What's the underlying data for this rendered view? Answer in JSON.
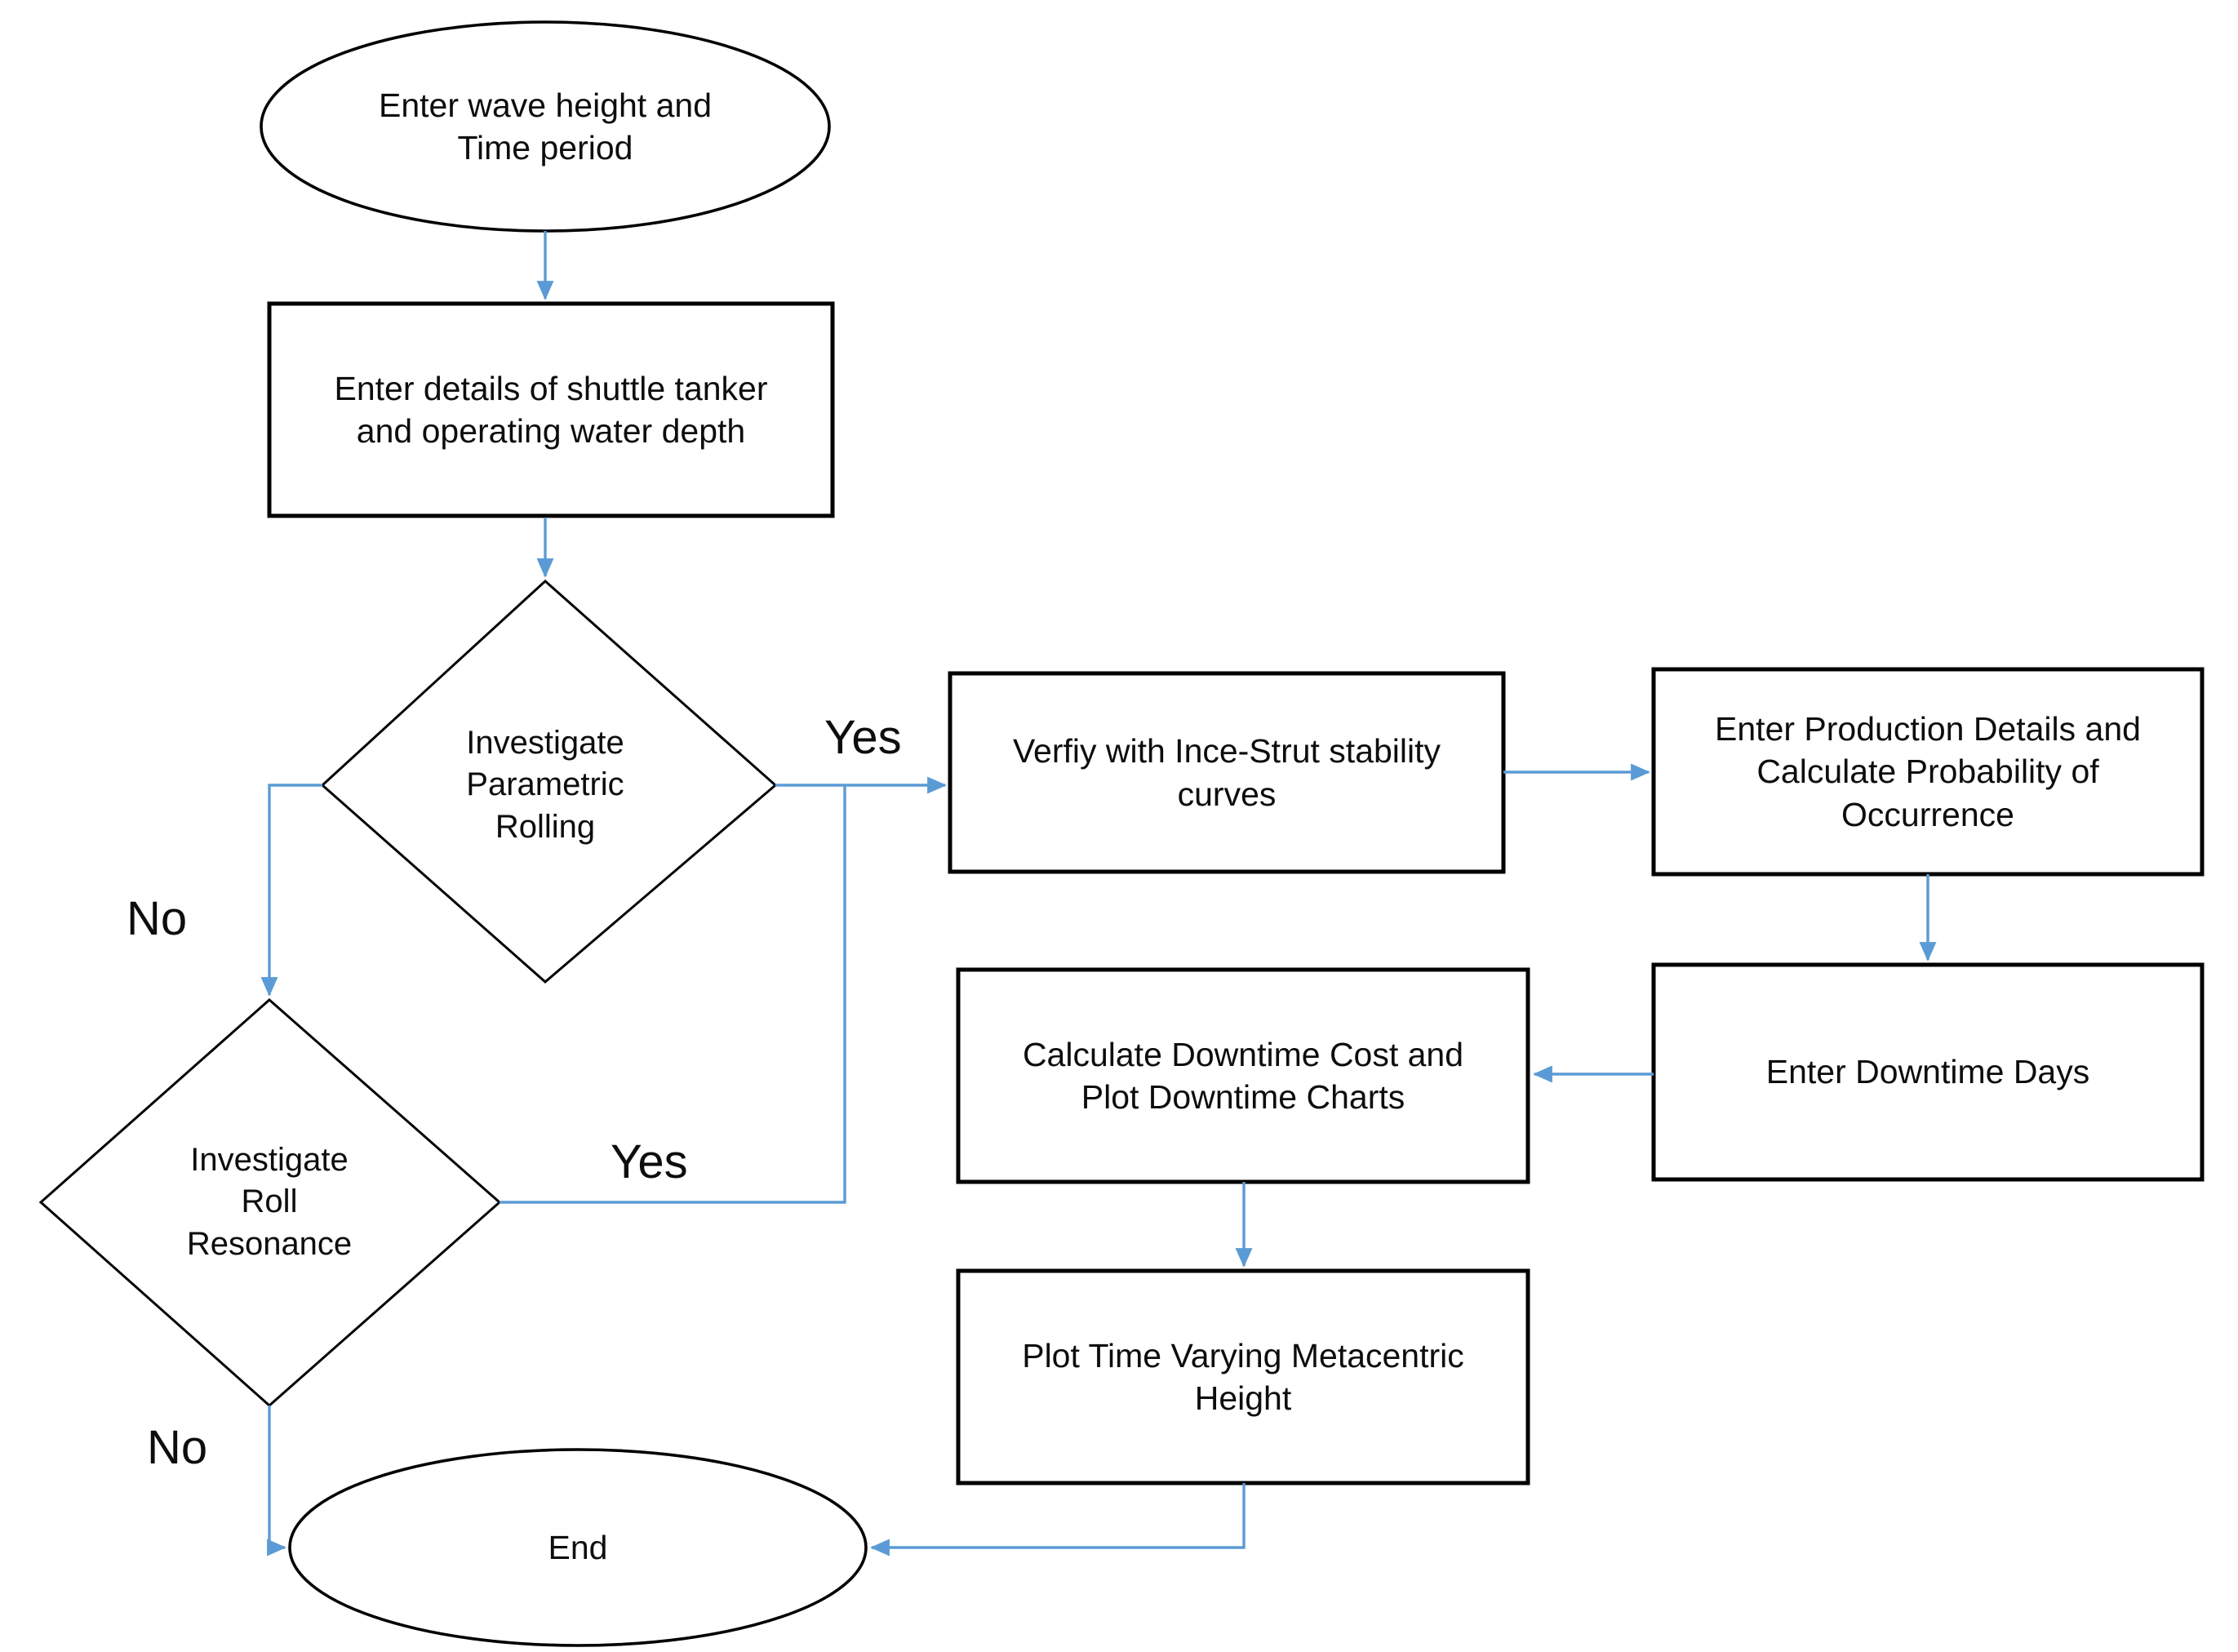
{
  "diagram": {
    "type": "flowchart",
    "title": "",
    "style": {
      "shape_stroke": "#000000",
      "connector_stroke": "#5B9BD5",
      "text_color": "#0D0D0D",
      "background": "#FFFFFF"
    },
    "nodes": [
      {
        "id": "start",
        "shape": "ellipse",
        "label": "Enter wave height and\nTime period"
      },
      {
        "id": "inputs",
        "shape": "rectangle",
        "label": "Enter details of shuttle tanker\nand operating water depth"
      },
      {
        "id": "param_rolling",
        "shape": "diamond",
        "label": "Investigate\nParametric\nRolling"
      },
      {
        "id": "roll_resonance",
        "shape": "diamond",
        "label": "Investigate\nRoll\nResonance"
      },
      {
        "id": "verify_ince",
        "shape": "rectangle",
        "label": "Verfiy with Ince-Strut stability\ncurves"
      },
      {
        "id": "production",
        "shape": "rectangle",
        "label": "Enter Production  Details and\nCalculate Probability of\nOccurrence"
      },
      {
        "id": "downtime_days",
        "shape": "rectangle",
        "label": "Enter Downtime  Days"
      },
      {
        "id": "downtime_cost",
        "shape": "rectangle",
        "label": "Calculate Downtime Cost and\nPlot Downtime  Charts"
      },
      {
        "id": "plot_gm",
        "shape": "rectangle",
        "label": "Plot Time Varying Metacentric\nHeight"
      },
      {
        "id": "end",
        "shape": "ellipse",
        "label": "End"
      }
    ],
    "edge_labels": [
      {
        "id": "param_yes",
        "label": "Yes"
      },
      {
        "id": "param_no",
        "label": "No"
      },
      {
        "id": "roll_yes",
        "label": "Yes"
      },
      {
        "id": "roll_no",
        "label": "No"
      }
    ],
    "edges": [
      {
        "from": "start",
        "to": "inputs",
        "label": ""
      },
      {
        "from": "inputs",
        "to": "param_rolling",
        "label": ""
      },
      {
        "from": "param_rolling",
        "to": "verify_ince",
        "label": "Yes"
      },
      {
        "from": "param_rolling",
        "to": "roll_resonance",
        "label": "No"
      },
      {
        "from": "roll_resonance",
        "to": "verify_ince",
        "label": "Yes"
      },
      {
        "from": "roll_resonance",
        "to": "end",
        "label": "No"
      },
      {
        "from": "verify_ince",
        "to": "production",
        "label": ""
      },
      {
        "from": "production",
        "to": "downtime_days",
        "label": ""
      },
      {
        "from": "downtime_days",
        "to": "downtime_cost",
        "label": ""
      },
      {
        "from": "downtime_cost",
        "to": "plot_gm",
        "label": ""
      },
      {
        "from": "plot_gm",
        "to": "end",
        "label": ""
      }
    ]
  }
}
